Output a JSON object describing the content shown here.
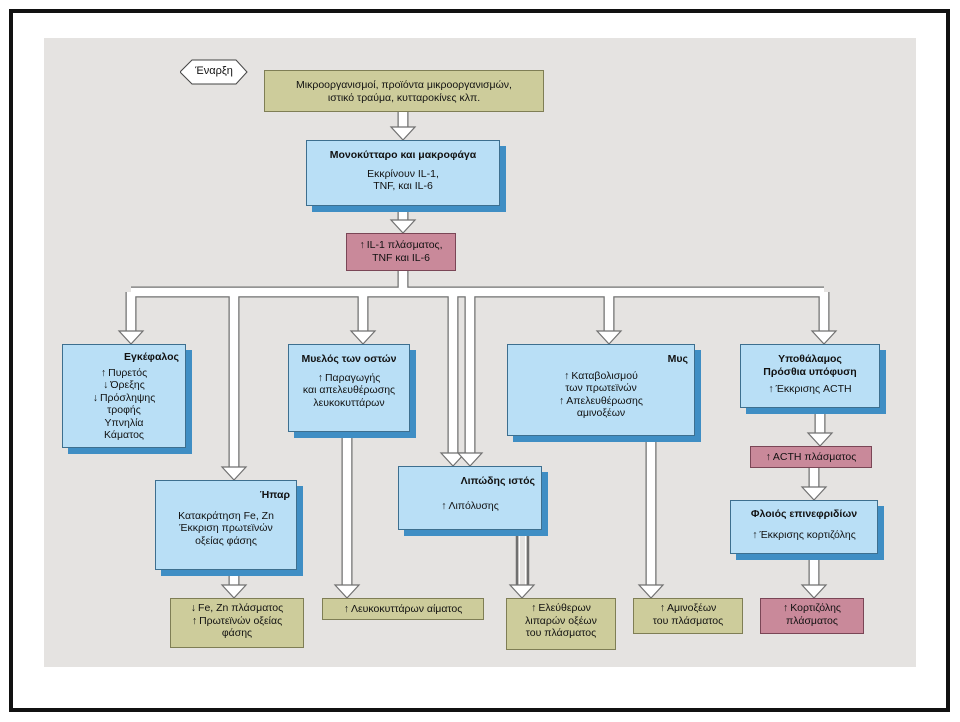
{
  "start": {
    "label": "Έναρξη"
  },
  "trigger": {
    "lines": [
      "Μικροοργανισμοί, προϊόντα μικροοργανισμών,",
      "ιστικό τραύμα, κυτταροκίνες κλπ."
    ]
  },
  "monocytes": {
    "title": "Μονοκύτταρο και μακροφάγα",
    "lines": [
      "Εκκρίνουν IL-1,",
      "TNF, και IL-6"
    ]
  },
  "plasma_il": {
    "lines": [
      "IL-1 πλάσματος,",
      "TNF και IL-6"
    ]
  },
  "brain": {
    "title": "Εγκέφαλος",
    "lines": [
      "Πυρετός",
      "Όρεξης",
      "Πρόσληψης",
      "τροφής",
      "Υπνηλία",
      "Κάματος"
    ]
  },
  "marrow": {
    "title": "Μυελός των οστών",
    "lines": [
      "Παραγωγής",
      "και απελευθέρωσης",
      "λευκοκυττάρων"
    ]
  },
  "muscle": {
    "title": "Μυς",
    "lines": [
      "Καταβολισμού",
      "των πρωτεϊνών",
      "Απελευθέρωσης",
      "αμινοξέων"
    ]
  },
  "hypothalamus": {
    "title_line1": "Υποθάλαμος",
    "title_line2": "Πρόσθια υπόφυση",
    "line": "Έκκρισης ACTH"
  },
  "liver": {
    "title": "Ήπαρ",
    "lines": [
      "Κατακράτηση Fe, Zn",
      "Έκκριση πρωτεϊνών",
      "οξείας φάσης"
    ]
  },
  "adipose": {
    "title": "Λιπώδης ιστός",
    "line": "Λιπόλυσης"
  },
  "acth_plasma": {
    "line": "ACTH πλάσματος"
  },
  "adrenal": {
    "title": "Φλοιός επινεφριδίων",
    "line": "Έκκρισης κορτιζόλης"
  },
  "out_liver": {
    "lines": [
      "Fe, Zn πλάσματος",
      "Πρωτεϊνών οξείας",
      "φάσης"
    ]
  },
  "out_wbc": {
    "line": "Λευκοκυττάρων αίματος"
  },
  "out_ffa": {
    "lines": [
      "Ελεύθερων",
      "λιπαρών οξέων",
      "του πλάσματος"
    ]
  },
  "out_aa": {
    "lines": [
      "Αμινοξέων",
      "του πλάσματος"
    ]
  },
  "out_cortisol": {
    "lines": [
      "Κορτιζόλης",
      "πλάσματος"
    ]
  },
  "colors": {
    "blue_box": "#b9dff6",
    "blue_shadow": "#3f8ec4",
    "yellow_box": "#cdcc9b",
    "pink_box": "#c9899a",
    "canvas": "#e5e3e1",
    "arrow_outline": "#707070"
  }
}
